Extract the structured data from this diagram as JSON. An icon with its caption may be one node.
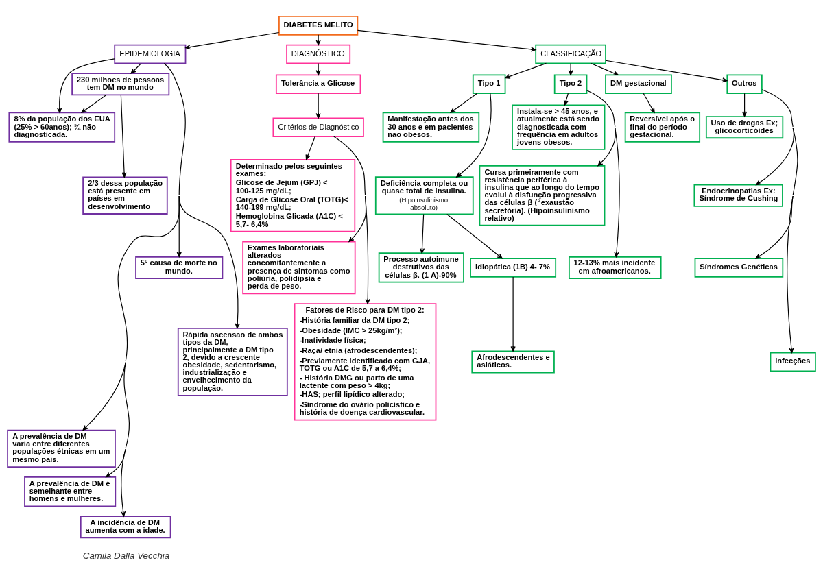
{
  "diagram": {
    "nodes": [
      {
        "text": [
          "DIABETES MELITO"
        ]
      },
      {
        "text": [
          "EPIDEMIOLOGIA"
        ]
      },
      {
        "text": [
          "230 milhões de pessoas tem DM no mundo"
        ]
      },
      {
        "text": [
          "8% da população dos EUA (25% > 60anos); ¾ não diagnosticada."
        ]
      },
      {
        "text": [
          "A prevalência de DM varia entre diferentes populações étnicas em um mesmo país."
        ]
      },
      {
        "text": [
          "A prevalência de DM é semelhante entre homens e mulheres."
        ]
      },
      {
        "text": [
          "A incidência de DM aumenta com a idade."
        ]
      },
      {
        "text": [
          "2/3 dessa população está presente em países em desenvolvimento"
        ]
      },
      {
        "text": [
          "5° causa de morte no mundo."
        ]
      },
      {
        "text": [
          "Rápida ascensão de ambos tipos da DM, principalmente a DM tipo 2, devido a crescente obesidade, sedentarismo, industrialização e envelhecimento da população."
        ]
      },
      {
        "text": [
          "DIAGNÓSTICO"
        ]
      },
      {
        "text": [
          "Tolerância a Glicose"
        ]
      },
      {
        "text": [
          "Critérios de Diagnóstico"
        ]
      },
      {
        "text": [
          "Determinado pelos seguintes exames:",
          "Glicose de Jejum (GPJ) < 100-125 mg/dL;",
          "Carga de Glicose Oral (TOTG)< 140-199 mg/dL;",
          "Hemoglobina Glicada (A1C) < 5,7- 6,4%"
        ]
      },
      {
        "text": [
          "Exames laboratoriais alterados concomitantemente a presença de sintomas como poliúria, polidipsia e perda de peso."
        ]
      },
      {
        "text": [
          "Fatores de Risco para DM tipo 2:",
          "-História familiar da DM tipo 2;",
          "-Obesidade (IMC > 25kg/m²);",
          "-Inatividade física;",
          "-Raça/ etnia (afrodescendentes);",
          "-Previamente identificado com GJA, TOTG ou A1C de 5,7 a 6,4%;",
          "- História DMG ou parto de uma lactente com peso > 4kg;",
          "-HAS; perfil lipídico alterado;",
          "-Síndrome do ovário policístico e história de doença cardiovascular."
        ]
      },
      {
        "text": [
          "CLASSIFICAÇÃO"
        ]
      },
      {
        "text": [
          "Tipo 1"
        ]
      },
      {
        "text": [
          "Manifestação antes dos 30 anos e em pacientes não obesos."
        ]
      },
      {
        "text": [
          "Deficiência completa ou quase total de insulina.",
          "(Hipoinsulinismo absoluto)"
        ]
      },
      {
        "text": [
          "Processo autoimune destrutivos das células β. (1 A)-90%"
        ]
      },
      {
        "text": [
          "Idiopática (1B) 4- 7%"
        ]
      },
      {
        "text": [
          "Afrodescendentes e asiáticos."
        ]
      },
      {
        "text": [
          "Tipo 2"
        ]
      },
      {
        "text": [
          "Instala-se > 45 anos, e atualmente está sendo diagnosticada com frequência em adultos jovens obesos."
        ]
      },
      {
        "text": [
          "Cursa primeiramente com resistência periférica à insulina que ao longo do tempo evolui à disfunção progressiva das células β (“exaustão secretória). (Hipoinsulinismo relativo)"
        ]
      },
      {
        "text": [
          "12-13% mais incidente em afroamericanos."
        ]
      },
      {
        "text": [
          "DM gestacional"
        ]
      },
      {
        "text": [
          "Reversível após o final do período gestacional."
        ]
      },
      {
        "text": [
          "Outros"
        ]
      },
      {
        "text": [
          "Uso de drogas Ex; glicocorticóides"
        ]
      },
      {
        "text": [
          "Endocrinopatias Ex: Síndrome de Cushing"
        ]
      },
      {
        "text": [
          "Síndromes Genéticas"
        ]
      },
      {
        "text": [
          "Infecções"
        ]
      }
    ],
    "edges": [
      {
        "from": 0,
        "to": 1,
        "arrow": "to"
      },
      {
        "from": 0,
        "to": 16,
        "arrow": "to"
      },
      {
        "from": 0,
        "to": 10,
        "arrow": "to"
      },
      {
        "from": 1,
        "to": 2,
        "arrow": "to"
      },
      {
        "from": 1,
        "to": 3,
        "arrow": "to"
      },
      {
        "from": 1,
        "to": 4,
        "arrow": "to"
      },
      {
        "from": 1,
        "to": 5,
        "arrow": "to"
      },
      {
        "from": 1,
        "to": 6,
        "arrow": "to"
      },
      {
        "from": 1,
        "to": 8,
        "arrow": "to"
      },
      {
        "from": 1,
        "to": 9,
        "arrow": "to"
      },
      {
        "from": 2,
        "to": 3,
        "arrow": "to"
      },
      {
        "from": 2,
        "to": 7,
        "arrow": "to"
      },
      {
        "from": 10,
        "to": 11,
        "arrow": "to"
      },
      {
        "from": 11,
        "to": 12,
        "arrow": "to"
      },
      {
        "from": 12,
        "to": 13,
        "arrow": "to"
      },
      {
        "from": 12,
        "to": 14,
        "arrow": "to"
      },
      {
        "from": 12,
        "to": 15,
        "arrow": "to"
      },
      {
        "from": 16,
        "to": 17,
        "arrow": "to"
      },
      {
        "from": 16,
        "to": 23,
        "arrow": "to"
      },
      {
        "from": 16,
        "to": 27,
        "arrow": "to"
      },
      {
        "from": 16,
        "to": 29,
        "arrow": "to"
      },
      {
        "from": 17,
        "to": 18,
        "arrow": "to"
      },
      {
        "from": 17,
        "to": 19,
        "arrow": "to"
      },
      {
        "from": 19,
        "to": 20,
        "arrow": "to"
      },
      {
        "from": 19,
        "to": 21,
        "arrow": "to"
      },
      {
        "from": 21,
        "to": 22,
        "arrow": "to"
      },
      {
        "from": 23,
        "to": 24,
        "arrow": "to"
      },
      {
        "from": 23,
        "to": 25,
        "arrow": "to"
      },
      {
        "from": 23,
        "to": 26,
        "arrow": "to"
      },
      {
        "from": 27,
        "to": 28,
        "arrow": "to"
      },
      {
        "from": 29,
        "to": 30,
        "arrow": "to"
      },
      {
        "from": 29,
        "to": 31,
        "arrow": "to"
      },
      {
        "from": 29,
        "to": 32,
        "arrow": "to"
      },
      {
        "from": 29,
        "to": 33,
        "arrow": "to"
      }
    ],
    "labels": [
      "Camila Dalla Vecchia"
    ]
  }
}
